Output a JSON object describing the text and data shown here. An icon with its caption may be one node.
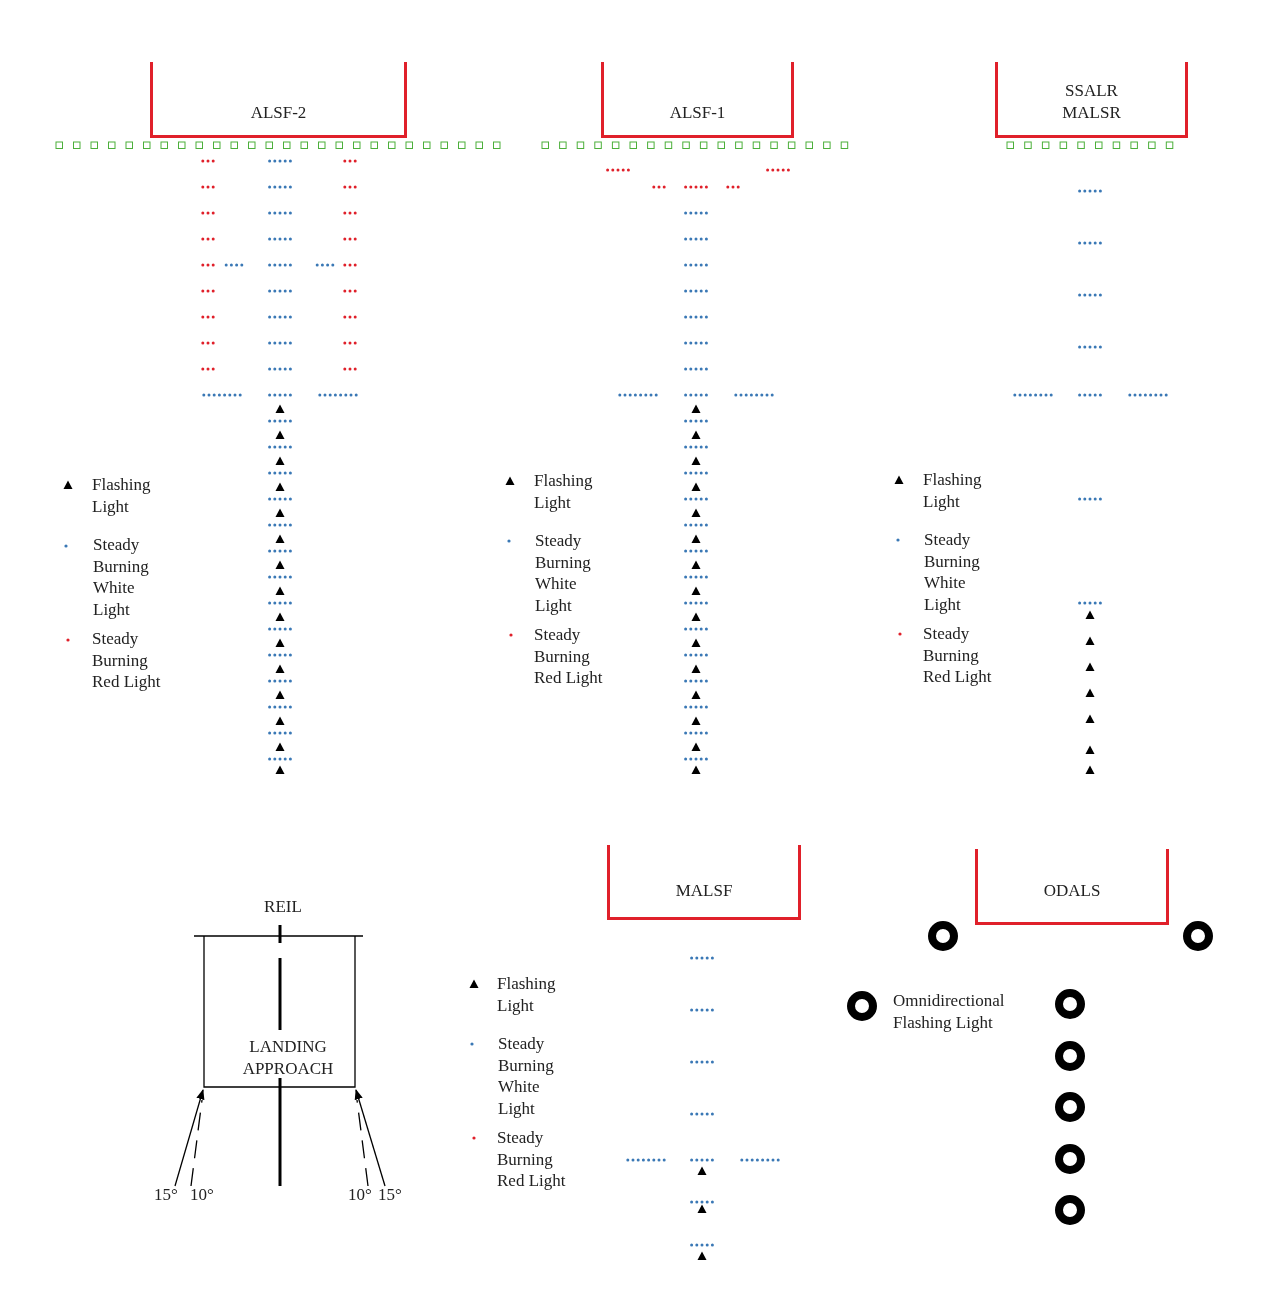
{
  "diagram": {
    "nodes": [
      {
        "text": [
          "ALSF-2"
        ]
      },
      {
        "text": [
          "ALSF-1"
        ]
      },
      {
        "text": [
          "SSALR",
          "MALSR"
        ]
      },
      {
        "text": [
          "MALSF"
        ]
      },
      {
        "text": [
          "ODALS"
        ]
      },
      {
        "text": [
          "LANDING APPROACH"
        ],
        "beside": [
          "REIL"
        ]
      }
    ],
    "edges": [],
    "labels": [
      "15°",
      "10°",
      "10°",
      "15°"
    ],
    "legend": [
      {
        "text": "Flashing Light"
      },
      {
        "text": "Steady Burning White Light"
      },
      {
        "text": "Steady Burning Red Light"
      },
      {
        "text": "Flashing Light"
      },
      {
        "text": "Steady Burning White Light"
      },
      {
        "text": "Steady Burning Red Light"
      },
      {
        "text": "Flashing Light"
      },
      {
        "text": "Steady Burning White Light"
      },
      {
        "text": "Steady Burning Red Light"
      },
      {
        "text": "Flashing Light"
      },
      {
        "text": "Steady Burning White Light"
      },
      {
        "text": "Steady Burning Red Light"
      },
      {
        "text": "Omnidirectional Flashing Light"
      }
    ]
  }
}
